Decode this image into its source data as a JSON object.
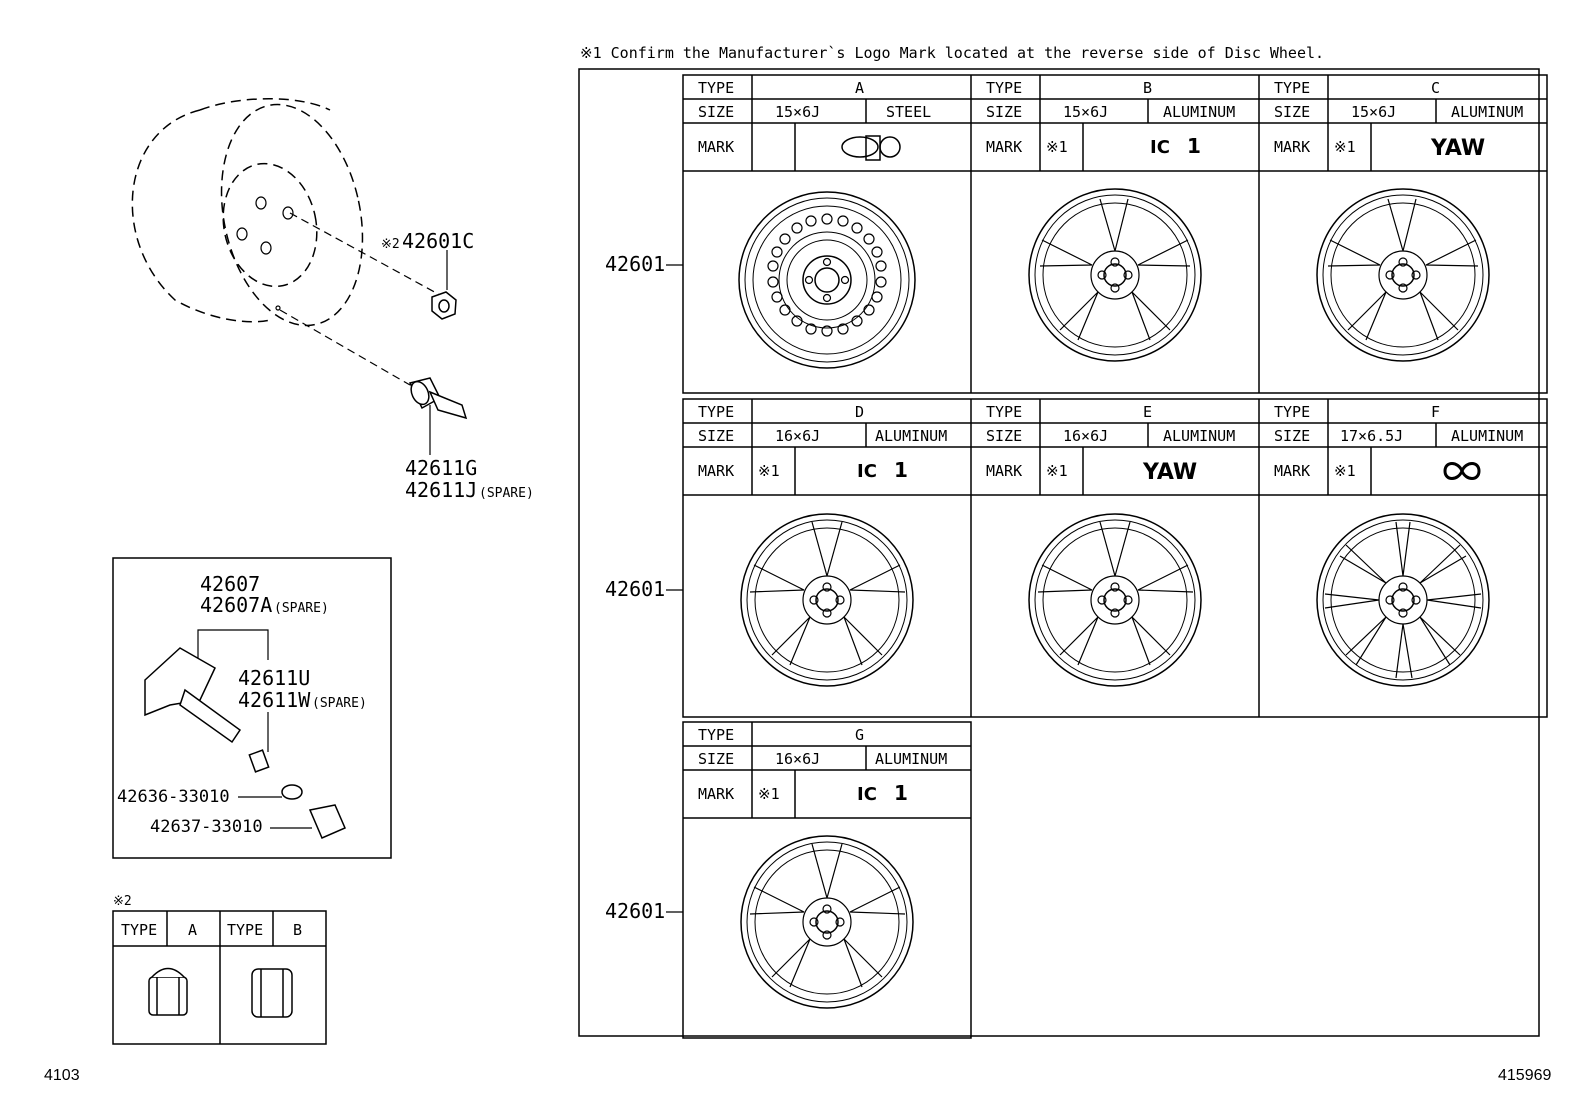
{
  "note1": "※1  Confirm the Manufacturer`s Logo Mark located at the reverse side of Disc Wheel.",
  "labels": {
    "type": "TYPE",
    "size": "SIZE",
    "mark": "MARK",
    "ref1": "※1"
  },
  "wheels": [
    {
      "type": "A",
      "size": "15×6J",
      "material": "STEEL",
      "mark_text": "",
      "mark_note": "",
      "mark_kind": "steel-logo"
    },
    {
      "type": "B",
      "size": "15×6J",
      "material": "ALUMINUM",
      "mark_text": "1",
      "mark_note": "※1",
      "mark_kind": "ic-logo"
    },
    {
      "type": "C",
      "size": "15×6J",
      "material": "ALUMINUM",
      "mark_text": "YAW",
      "mark_note": "※1",
      "mark_kind": "text"
    },
    {
      "type": "D",
      "size": "16×6J",
      "material": "ALUMINUM",
      "mark_text": "1",
      "mark_note": "※1",
      "mark_kind": "ic-logo"
    },
    {
      "type": "E",
      "size": "16×6J",
      "material": "ALUMINUM",
      "mark_text": "YAW",
      "mark_note": "※1",
      "mark_kind": "text"
    },
    {
      "type": "F",
      "size": "17×6.5J",
      "material": "ALUMINUM",
      "mark_text": "",
      "mark_note": "※1",
      "mark_kind": "loop-logo"
    },
    {
      "type": "G",
      "size": "16×6J",
      "material": "ALUMINUM",
      "mark_text": "1",
      "mark_note": "※1",
      "mark_kind": "ic-logo"
    }
  ],
  "row_part": "42601",
  "parts": {
    "nut": "42601C",
    "nut_ref": "※2",
    "valve": "42611G",
    "valve_spare": "42611J",
    "spare": "(SPARE)",
    "sensor": "42607",
    "sensor_spare": "42607A",
    "sensor_valve": "42611U",
    "sensor_valve_spare": "42611W",
    "washer": "42636-33010",
    "cap": "42637-33010"
  },
  "nut_table": {
    "ref": "※2",
    "type_a": "A",
    "type_b": "B"
  },
  "footer_left": "4103",
  "footer_right": "415969"
}
